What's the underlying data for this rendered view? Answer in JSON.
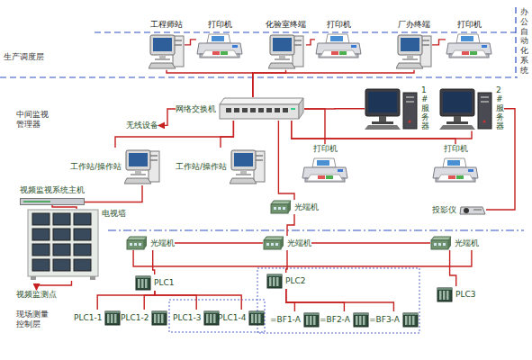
{
  "diagram": {
    "nodes": [
      {
        "text": [
          "工程师站"
        ]
      },
      {
        "text": [
          "打印机"
        ]
      },
      {
        "text": [
          "化验室终端"
        ]
      },
      {
        "text": [
          "打印机"
        ]
      },
      {
        "text": [
          "厂办终端"
        ]
      },
      {
        "text": [
          "打印机"
        ]
      },
      {
        "text": [
          "网络交换机"
        ]
      },
      {
        "text": [
          "无线设备"
        ]
      },
      {
        "text": [
          "1#服务器"
        ]
      },
      {
        "text": [
          "2#服务器"
        ]
      },
      {
        "text": [
          "工作站/操作站"
        ]
      },
      {
        "text": [
          "工作站/操作站"
        ]
      },
      {
        "text": [
          "打印机"
        ]
      },
      {
        "text": [
          "打印机"
        ]
      },
      {
        "text": [
          "视频监视系统主机"
        ]
      },
      {
        "text": [
          "电视墙"
        ]
      },
      {
        "text": [
          "视频监测点"
        ]
      },
      {
        "text": [
          "光端机"
        ]
      },
      {
        "text": [
          "投影仪"
        ]
      },
      {
        "text": [
          "光端机"
        ]
      },
      {
        "text": [
          "光端机"
        ]
      },
      {
        "text": [
          "光端机"
        ]
      },
      {
        "text": [
          "PLC1"
        ]
      },
      {
        "text": [
          "PLC1-1"
        ]
      },
      {
        "text": [
          "PLC1-2"
        ]
      },
      {
        "text": [
          "PLC1-3"
        ]
      },
      {
        "text": [
          "PLC1-4"
        ]
      },
      {
        "text": [
          "PLC2"
        ]
      },
      {
        "text": [
          "=BF1-A"
        ]
      },
      {
        "text": [
          "=BF2-A"
        ]
      },
      {
        "text": [
          "=BF3-A"
        ]
      },
      {
        "text": [
          "PLC3"
        ]
      }
    ],
    "edges": [
      {
        "from": 0,
        "to": 1,
        "arrow": "none"
      },
      {
        "from": 2,
        "to": 3,
        "arrow": "none"
      },
      {
        "from": 4,
        "to": 5,
        "arrow": "none"
      },
      {
        "from": 6,
        "to": 0,
        "arrow": "none"
      },
      {
        "from": 6,
        "to": 2,
        "arrow": "none"
      },
      {
        "from": 6,
        "to": 4,
        "arrow": "none"
      },
      {
        "from": 6,
        "to": 7,
        "arrow": "to"
      },
      {
        "from": 6,
        "to": 8,
        "arrow": "none"
      },
      {
        "from": 6,
        "to": 9,
        "arrow": "none"
      },
      {
        "from": 6,
        "to": 10,
        "arrow": "none"
      },
      {
        "from": 6,
        "to": 11,
        "arrow": "none"
      },
      {
        "from": 6,
        "to": 12,
        "arrow": "none"
      },
      {
        "from": 6,
        "to": 13,
        "arrow": "none"
      },
      {
        "from": 6,
        "to": 17,
        "arrow": "none"
      },
      {
        "from": 9,
        "to": 18,
        "arrow": "none"
      },
      {
        "from": 10,
        "to": 14,
        "arrow": "none"
      },
      {
        "from": 14,
        "to": 15,
        "arrow": "none"
      },
      {
        "from": 15,
        "to": 16,
        "arrow": "to"
      },
      {
        "from": 17,
        "to": 20,
        "arrow": "none"
      },
      {
        "from": 19,
        "to": 20,
        "arrow": "none"
      },
      {
        "from": 20,
        "to": 21,
        "arrow": "none"
      },
      {
        "from": 19,
        "to": 21,
        "arrow": "none"
      },
      {
        "from": 19,
        "to": 22,
        "arrow": "none"
      },
      {
        "from": 22,
        "to": 23,
        "arrow": "none"
      },
      {
        "from": 22,
        "to": 24,
        "arrow": "none"
      },
      {
        "from": 22,
        "to": 25,
        "arrow": "none"
      },
      {
        "from": 22,
        "to": 26,
        "arrow": "none"
      },
      {
        "from": 20,
        "to": 27,
        "arrow": "none"
      },
      {
        "from": 27,
        "to": 28,
        "arrow": "none"
      },
      {
        "from": 27,
        "to": 29,
        "arrow": "none"
      },
      {
        "from": 27,
        "to": 30,
        "arrow": "none"
      },
      {
        "from": 21,
        "to": 31,
        "arrow": "none"
      }
    ],
    "labels": [
      "生产调度层",
      "中间监视管理器",
      "现场测量控制层",
      "办公自动化系统"
    ]
  }
}
